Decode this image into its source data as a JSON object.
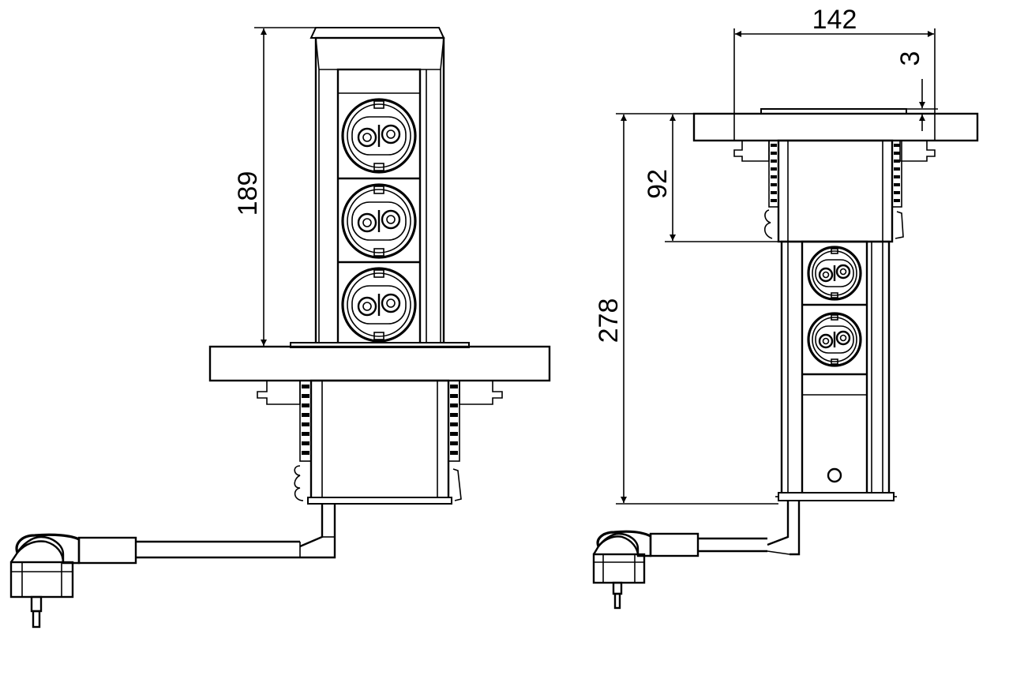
{
  "dimensions": {
    "extended_height": "189",
    "width": "142",
    "flange_thickness": "3",
    "flange_to_socket": "92",
    "total_height": "278"
  },
  "colors": {
    "line": "#000000",
    "background": "#ffffff"
  },
  "views": {
    "extended_view_sockets": 3,
    "retracted_view_sockets": 2
  }
}
